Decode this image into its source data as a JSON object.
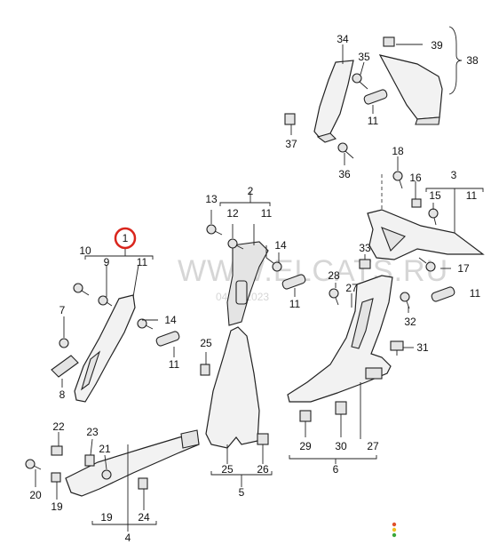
{
  "watermark": {
    "main": "WWW.ELCATS.RU",
    "date": "04.03.2023"
  },
  "highlight_color": "#d9251c",
  "labels": {
    "l1": "1",
    "l2": "2",
    "l3": "3",
    "l4": "4",
    "l5": "5",
    "l6": "6",
    "l7": "7",
    "l8": "8",
    "l9": "9",
    "l10": "10",
    "l11": "11",
    "l12": "12",
    "l13": "13",
    "l14": "14",
    "l15": "15",
    "l16": "16",
    "l17": "17",
    "l18": "18",
    "l19": "19",
    "l20": "20",
    "l21": "21",
    "l22": "22",
    "l23": "23",
    "l24": "24",
    "l25": "25",
    "l26": "26",
    "l27": "27",
    "l28": "28",
    "l29": "29",
    "l30": "30",
    "l31": "31",
    "l32": "32",
    "l33": "33",
    "l34": "34",
    "l35": "35",
    "l36": "36",
    "l37": "37",
    "l38": "38",
    "l39": "39"
  },
  "status_dots": [
    "#e0502a",
    "#f0c020",
    "#3aa83a"
  ]
}
